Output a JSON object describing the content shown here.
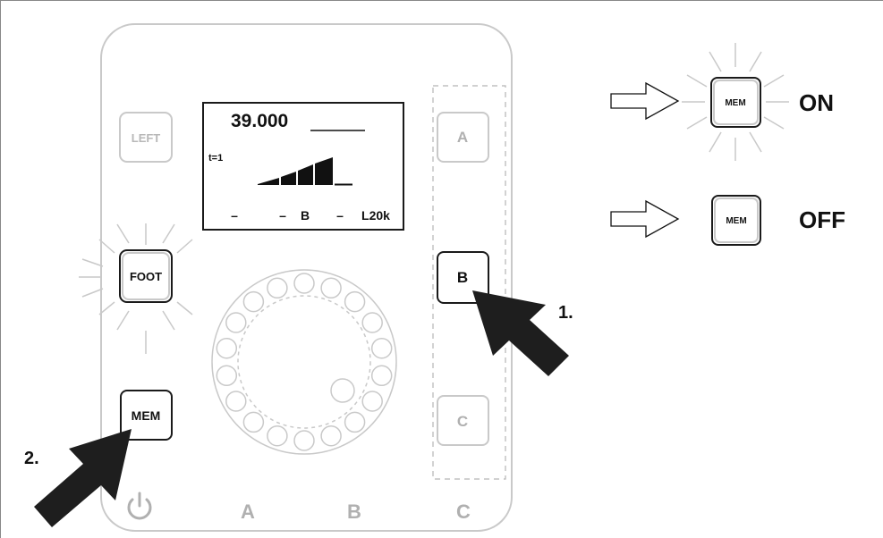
{
  "panel": {
    "left_button": "LEFT",
    "foot_button": "FOOT",
    "mem_button": "MEM",
    "side_buttons": [
      "A",
      "B",
      "C"
    ],
    "bottom_labels": [
      "A",
      "B",
      "C"
    ],
    "power_icon": "power-icon"
  },
  "display": {
    "value": "39.000",
    "t_label": "t=1",
    "status_items": [
      "–",
      "–",
      "B",
      "–",
      "L20k"
    ]
  },
  "steps": {
    "step1": "1.",
    "step2": "2."
  },
  "legend": {
    "on_button": "MEM",
    "on_label": "ON",
    "off_button": "MEM",
    "off_label": "OFF"
  },
  "colors": {
    "outline_gray": "#c9c9c9",
    "active_black": "#1a1a1a",
    "label_gray": "#b0b0b0"
  }
}
